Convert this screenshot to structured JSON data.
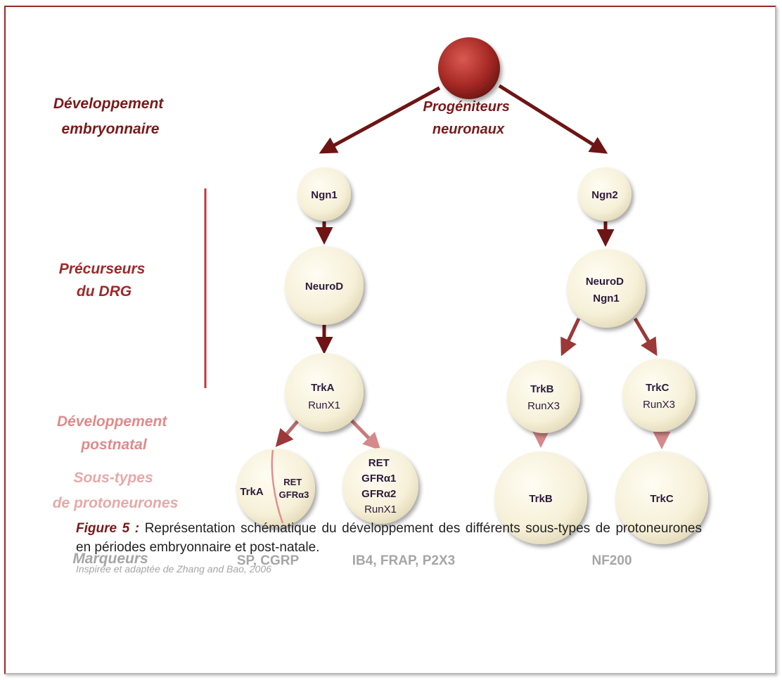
{
  "colors": {
    "dark_red": "#7a1a1a",
    "mid_red": "#b13a3a",
    "pink": "#e59a9a",
    "grey": "#a6a6a6",
    "cell_fill": "#f6f0d8",
    "node_text": "#2e1a3a"
  },
  "stages": {
    "embryonic": [
      "Développement",
      "embryonnaire"
    ],
    "precursors": [
      "Précurseurs",
      "du DRG"
    ],
    "postnatal": [
      "Développement",
      "postnatal"
    ],
    "subtypes": [
      "Sous-types",
      "de protoneurones"
    ],
    "markers": "Marqueurs"
  },
  "nodes": {
    "root": [
      "Progéniteurs",
      "neuronaux"
    ],
    "ngn1": "Ngn1",
    "ngn2": "Ngn2",
    "neurod_left": "NeuroD",
    "neurod_right": [
      "NeuroD",
      "Ngn1"
    ],
    "trka": [
      "TrkA",
      "RunX1"
    ],
    "trkb": [
      "TrkB",
      "RunX3"
    ],
    "trkc": [
      "TrkC",
      "RunX3"
    ],
    "split_left": "TrkA",
    "split_right": [
      "RET",
      "GFRα3"
    ],
    "ret_cell": [
      "RET",
      "GFRα1",
      "GFRα2",
      "RunX1"
    ],
    "trkb_final": "TrkB",
    "trkc_final": "TrkC"
  },
  "markers": {
    "sp_cgrp": "SP, CGRP",
    "ib4": "IB4, FRAP, P2X3",
    "nf200": "NF200"
  },
  "caption": {
    "label": "Figure 5 :",
    "text": " Représentation schématique du développement des différents sous-types de protoneurones en périodes embryonnaire et post-natale.",
    "source": "Inspirée et adaptée de Zhang and Bao,  2006"
  }
}
